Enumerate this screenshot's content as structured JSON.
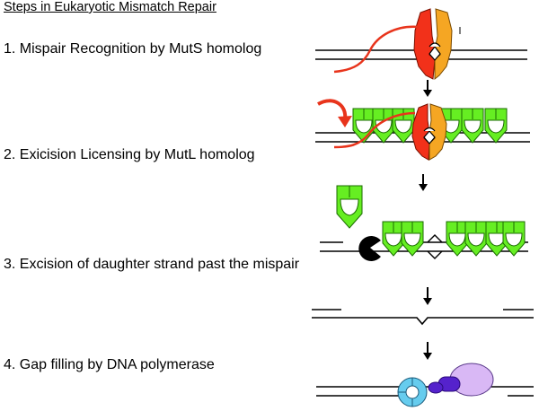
{
  "title": "Steps in Eukaryotic Mismatch Repair",
  "steps": [
    "1. Mispair Recognition by MutS homolog",
    "2. Exicision Licensing by MutL homolog",
    "3. Excision of daughter strand past the mispair",
    "4. Gap filling by DNA polymerase"
  ],
  "colors": {
    "muts_red": "#f2311a",
    "muts_orange": "#f5a623",
    "mutl_green": "#66ee22",
    "exonuclease": "#000000",
    "clamp_blue": "#66ccee",
    "polymerase_purple": "#5522cc",
    "polymerase_lavender": "#d9b8f5"
  }
}
